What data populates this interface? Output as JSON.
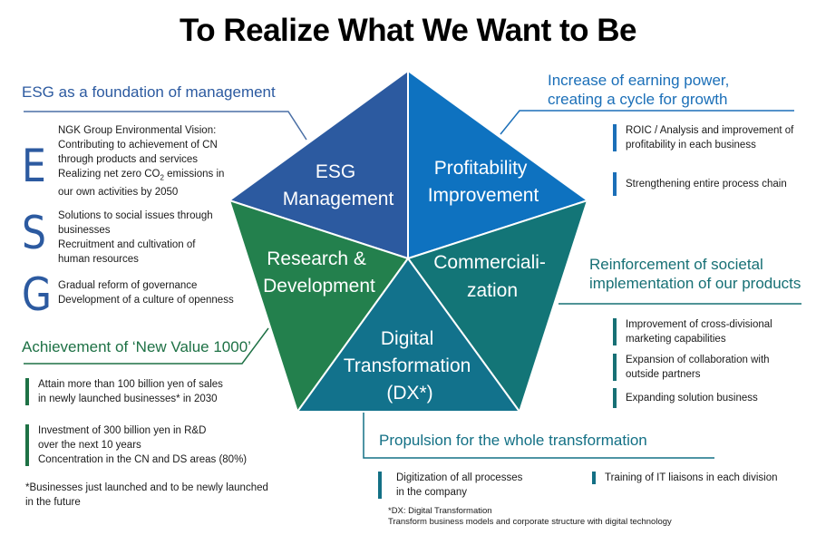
{
  "title": "To Realize What We Want to Be",
  "colors": {
    "esg": "#2c5aa0",
    "profit": "#0e72c0",
    "commerce": "#137577",
    "rd": "#23804d",
    "dx": "#12728c"
  },
  "pentagon": {
    "segments": [
      {
        "id": "esg",
        "lines": [
          "ESG",
          "Management"
        ]
      },
      {
        "id": "profit",
        "lines": [
          "Profitability",
          "Improvement"
        ]
      },
      {
        "id": "commerce",
        "lines": [
          "Commerciali-",
          "zation"
        ]
      },
      {
        "id": "dx",
        "lines": [
          "Digital",
          "Transformation",
          "(DX*)"
        ]
      },
      {
        "id": "rd",
        "lines": [
          "Research &",
          "Development"
        ]
      }
    ]
  },
  "esg_panel": {
    "heading": "ESG as a foundation of management",
    "groups": [
      {
        "letter": "E",
        "lines": [
          "NGK Group Environmental Vision:",
          "Contributing to achievement of CN",
          "through products and services",
          "Realizing net zero CO",
          "our own activities by 2050"
        ],
        "co2_sub": "2",
        "co2_tail": " emissions in"
      },
      {
        "letter": "S",
        "lines": [
          "Solutions to social issues through",
          "businesses",
          "Recruitment and cultivation of",
          "human resources"
        ]
      },
      {
        "letter": "G",
        "lines": [
          "Gradual reform of governance",
          "Development of a culture of openness"
        ]
      }
    ]
  },
  "profit_panel": {
    "heading_lines": [
      "Increase of earning power,",
      "creating a cycle for growth"
    ],
    "items": [
      {
        "lines": [
          "ROIC / Analysis and improvement of",
          "profitability in each business"
        ]
      },
      {
        "lines": [
          "Strengthening entire process chain"
        ]
      }
    ]
  },
  "commerce_panel": {
    "heading_lines": [
      "Reinforcement of societal",
      "implementation of our products"
    ],
    "items": [
      {
        "lines": [
          "Improvement of cross-divisional",
          "marketing capabilities"
        ]
      },
      {
        "lines": [
          "Expansion of collaboration with",
          "outside partners"
        ]
      },
      {
        "lines": [
          "Expanding solution business"
        ]
      }
    ]
  },
  "rd_panel": {
    "heading": "Achievement of ‘New Value 1000’",
    "items": [
      {
        "lines": [
          "Attain more than 100 billion yen of sales",
          "in newly launched businesses* in 2030"
        ]
      },
      {
        "lines": [
          "Investment of 300 billion yen in R&D",
          "over the next 10 years",
          "Concentration in the CN and DS areas (80%)"
        ]
      }
    ],
    "footnote_lines": [
      "*Businesses just launched and to be newly launched",
      "in the future"
    ]
  },
  "dx_panel": {
    "heading": "Propulsion for the whole transformation",
    "items": [
      {
        "lines": [
          "Digitization of all processes",
          "in the company"
        ]
      },
      {
        "lines": [
          "Training of IT liaisons in each division"
        ]
      }
    ],
    "footnote_lines": [
      "*DX: Digital Transformation",
      "Transform business models and corporate structure with digital technology"
    ]
  }
}
